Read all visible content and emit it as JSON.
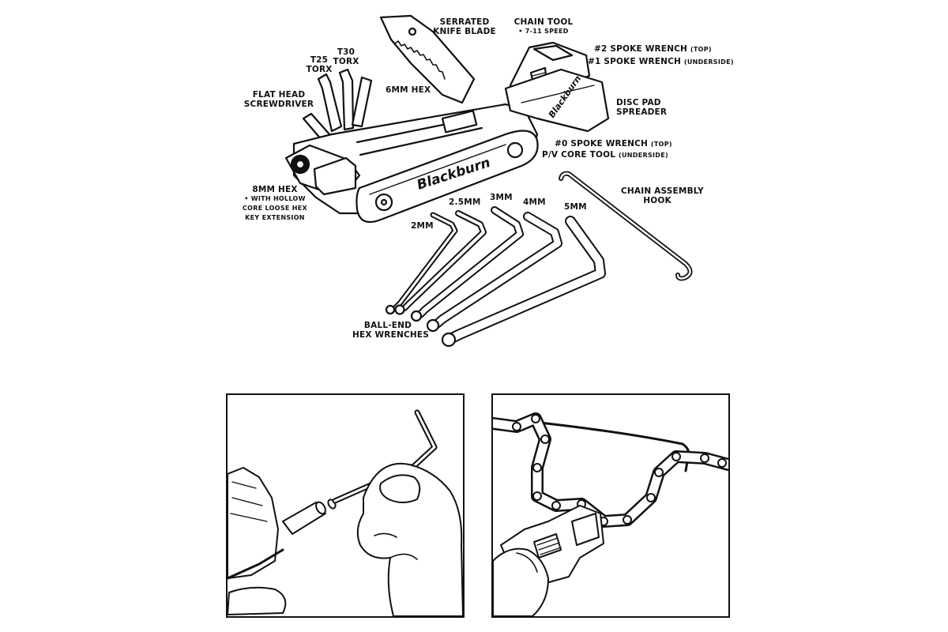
{
  "labels": {
    "knife": [
      "SERRATED",
      "KNIFE BLADE"
    ],
    "chain_tool": "CHAIN TOOL",
    "chain_tool_sub": "• 7-11 SPEED",
    "spoke2_main": "#2 SPOKE WRENCH",
    "spoke2_sub": "(TOP)",
    "spoke1_main": "#1 SPOKE WRENCH",
    "spoke1_sub": "(UNDERSIDE)",
    "t25": [
      "T25",
      "TORX"
    ],
    "t30": [
      "T30",
      "TORX"
    ],
    "hex6": "6MM HEX",
    "flat": [
      "FLAT HEAD",
      "SCREWDRIVER"
    ],
    "disc": [
      "DISC PAD",
      "SPREADER"
    ],
    "spoke0_main": "#0 SPOKE WRENCH",
    "spoke0_sub": "(TOP)",
    "pv_main": "P/V CORE TOOL",
    "pv_sub": "(UNDERSIDE)",
    "hex8": "8MM HEX",
    "hex8_sub": [
      "• WITH HOLLOW",
      "CORE LOOSE HEX",
      "KEY EXTENSION"
    ],
    "hook": [
      "CHAIN ASSEMBLY",
      "HOOK"
    ],
    "w2_5": "2.5MM",
    "w3": "3MM",
    "w4": "4MM",
    "w5": "5MM",
    "w2": "2MM",
    "ball": [
      "BALL-END",
      "HEX WRENCHES"
    ]
  },
  "brand": "Blackburn",
  "colors": {
    "ink": "#111111",
    "paper": "#ffffff",
    "shade": "#d8d8d8"
  }
}
